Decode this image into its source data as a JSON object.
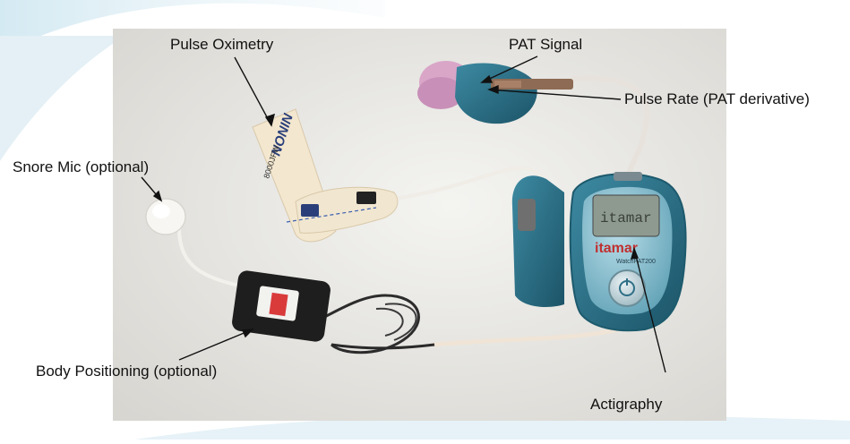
{
  "labels": {
    "pulse_oximetry": "Pulse Oximetry",
    "pat_signal": "PAT Signal",
    "pulse_rate": "Pulse Rate (PAT derivative)",
    "snore_mic": "Snore Mic (optional)",
    "body_positioning": "Body Positioning (optional)",
    "actigraphy": "Actigraphy"
  },
  "device": {
    "brand": "itamar",
    "model": "WatchPAT200",
    "sensor_brand": "NONIN",
    "sensor_model": "8000JFW"
  },
  "colors": {
    "background": "#ffffff",
    "photo_background": "#ecebe7",
    "device_body": "#2f7f97",
    "device_rim": "#1d5a6d",
    "sensor_pink": "#d9a6c8",
    "label_text": "#111111"
  }
}
